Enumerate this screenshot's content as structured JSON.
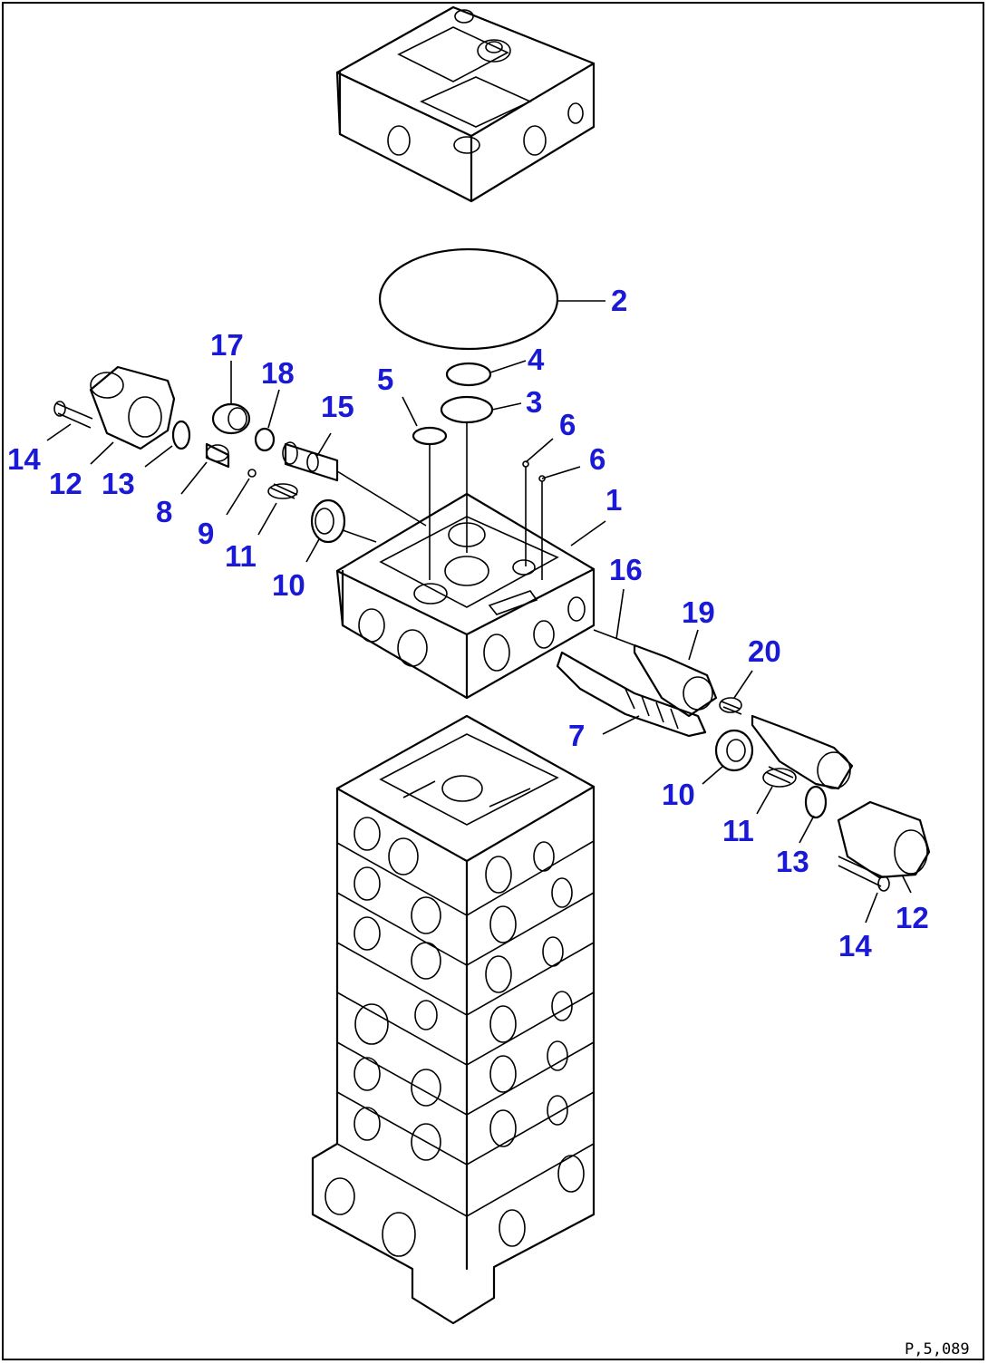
{
  "diagram": {
    "callout_color": "#1a1ad6",
    "drawing_code": "P,5,089",
    "callouts": {
      "c2": "2",
      "c4": "4",
      "c3": "3",
      "c5": "5",
      "c6a": "6",
      "c6b": "6",
      "c1": "1",
      "c17": "17",
      "c18": "18",
      "c15": "15",
      "c14a": "14",
      "c12a": "12",
      "c13a": "13",
      "c8": "8",
      "c9": "9",
      "c11a": "11",
      "c10a": "10",
      "c16": "16",
      "c19": "19",
      "c20": "20",
      "c7": "7",
      "c10b": "10",
      "c11b": "11",
      "c13b": "13",
      "c12b": "12",
      "c14b": "14"
    }
  }
}
